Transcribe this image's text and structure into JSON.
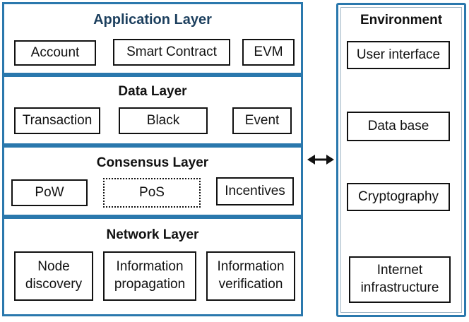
{
  "layers": {
    "application": {
      "title": "Application Layer",
      "items": [
        "Account",
        "Smart Contract",
        "EVM"
      ]
    },
    "data": {
      "title": "Data Layer",
      "items": [
        "Transaction",
        "Black",
        "Event"
      ]
    },
    "consensus": {
      "title": "Consensus Layer",
      "items": [
        "PoW",
        "PoS",
        "Incentives"
      ]
    },
    "network": {
      "title": "Network Layer",
      "items": [
        "Node\ndiscovery",
        "Information\npropagation",
        "Information\nverification"
      ]
    }
  },
  "environment": {
    "title": "Environment",
    "items": [
      "User interface",
      "Data base",
      "Cryptography",
      "Internet\ninfrastructure"
    ]
  },
  "colors": {
    "layer_border": "#2a78ad",
    "title_text": "#1c3f5e",
    "box_border": "#111111"
  }
}
